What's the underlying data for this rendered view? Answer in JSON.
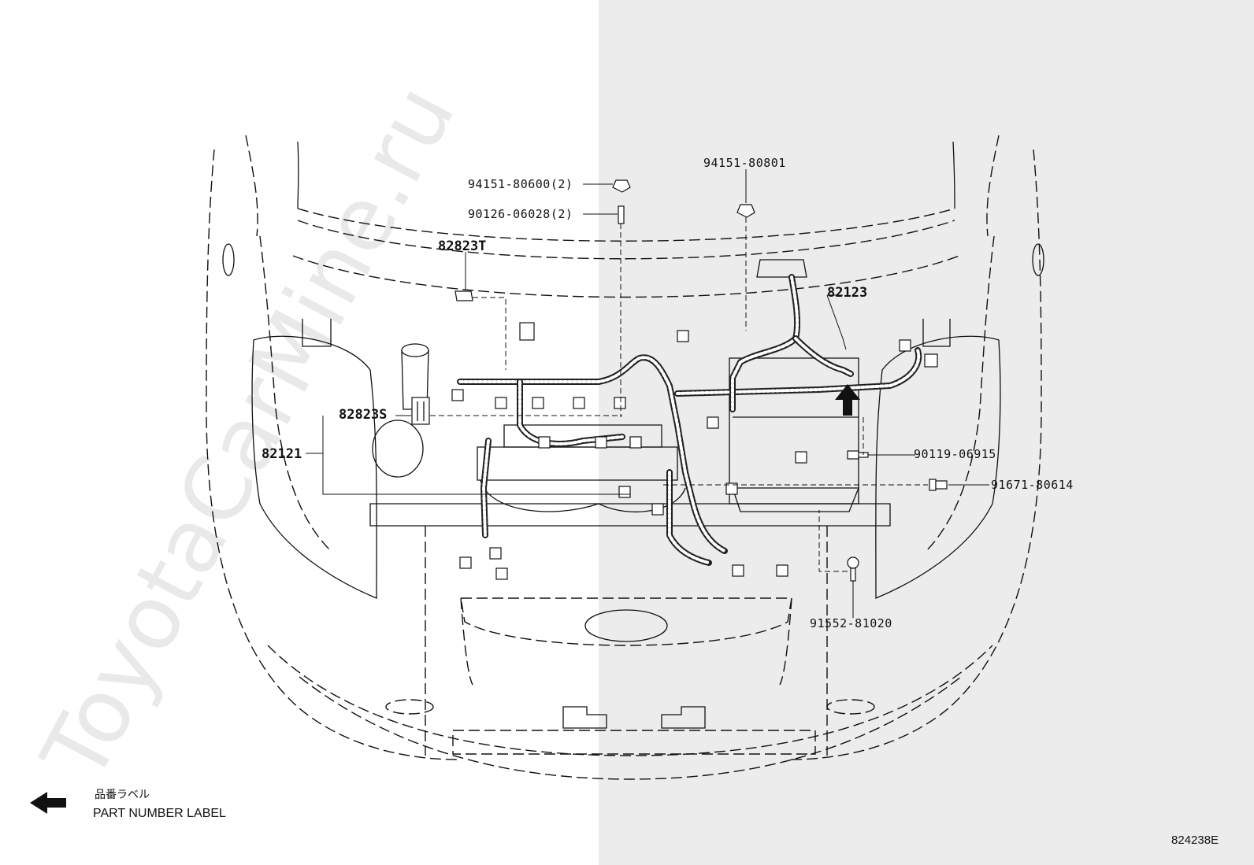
{
  "diagram": {
    "labels": {
      "p94151_80600": "94151-80600(2)",
      "p90126_06028": "90126-06028(2)",
      "p94151_80801": "94151-80801",
      "p82823T": "82823T",
      "p82123": "82123",
      "p82823S": "82823S",
      "p82121": "82121",
      "p90119_06915": "90119-06915",
      "p91671_80614": "91671-80614",
      "p91552_81020": "91552-81020"
    },
    "legend": {
      "japanese": "品番ラベル",
      "english": "PART NUMBER LABEL"
    },
    "diagram_code": "824238E",
    "watermark": "ToyotaCarMine.ru"
  },
  "colors": {
    "line": "#111111",
    "shade": "#ececec"
  }
}
